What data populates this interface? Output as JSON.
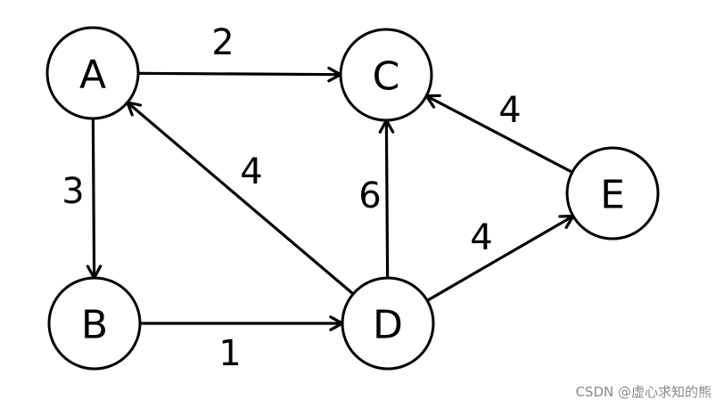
{
  "diagram": {
    "nodes": [
      {
        "id": "A",
        "label": "A"
      },
      {
        "id": "B",
        "label": "B"
      },
      {
        "id": "C",
        "label": "C"
      },
      {
        "id": "D",
        "label": "D"
      },
      {
        "id": "E",
        "label": "E"
      }
    ],
    "edges": [
      {
        "from": "A",
        "to": "C",
        "weight": "2"
      },
      {
        "from": "A",
        "to": "B",
        "weight": "3"
      },
      {
        "from": "B",
        "to": "D",
        "weight": "1"
      },
      {
        "from": "D",
        "to": "A",
        "weight": "4"
      },
      {
        "from": "D",
        "to": "C",
        "weight": "6"
      },
      {
        "from": "D",
        "to": "E",
        "weight": "4"
      },
      {
        "from": "E",
        "to": "C",
        "weight": "4"
      }
    ],
    "colors": {
      "stroke": "#000000",
      "fill": "#ffffff"
    }
  },
  "watermark": "CSDN @虚心求知的熊"
}
